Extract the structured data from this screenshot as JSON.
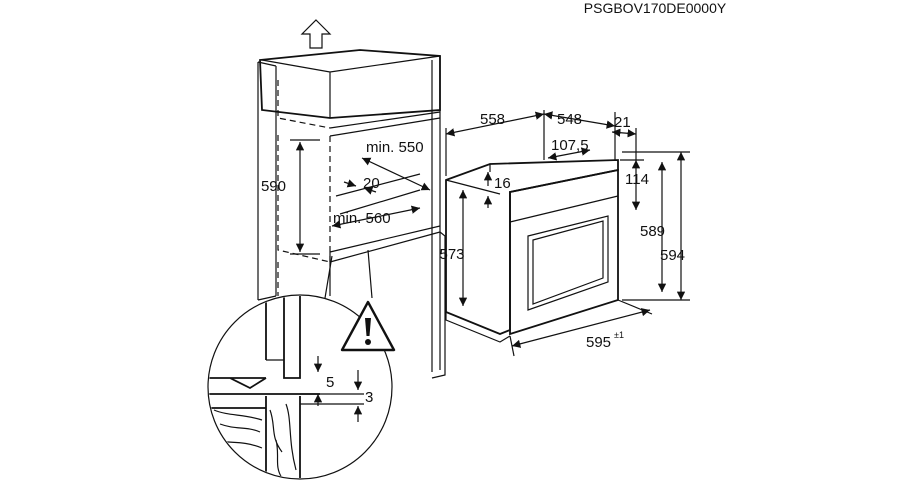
{
  "product_code": "PSGBOV170DE0000Y",
  "dimensions": {
    "cabinet_height": "590",
    "niche_depth_min": "min. 550",
    "niche_width_min": "min. 560",
    "gap": "20",
    "oven_depth": "558",
    "oven_body_depth": "548",
    "door_thickness": "21",
    "panel_offset": "107,5",
    "top_offset": "16",
    "control_height": "114",
    "body_height": "573",
    "front_height": "589",
    "total_height": "594",
    "width": "595",
    "width_tolerance": "±1",
    "detail_gap": "5",
    "detail_offset": "3"
  },
  "icons": {
    "up_arrow": "up-arrow-icon",
    "warning": "warning-icon"
  }
}
